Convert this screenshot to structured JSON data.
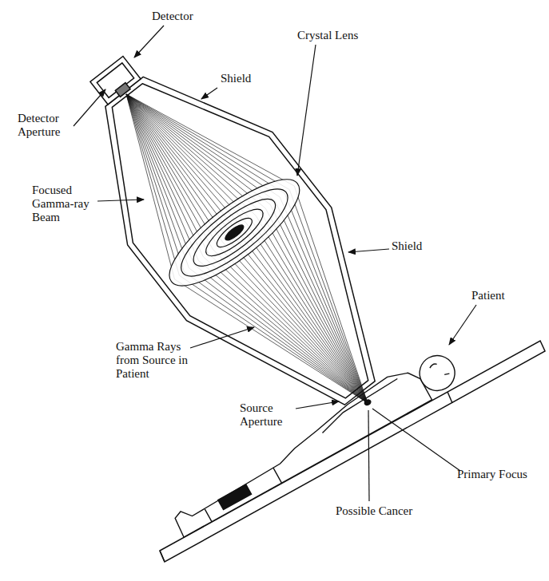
{
  "diagram": {
    "labels": [
      "Detector",
      "Shield",
      "Detector Aperture",
      "Crystal Lens",
      "Focused Gamma-ray Beam",
      "Shield",
      "Patient",
      "Gamma Rays from Source in Patient",
      "Source Aperture",
      "Primary Focus",
      "Possible Cancer"
    ]
  }
}
